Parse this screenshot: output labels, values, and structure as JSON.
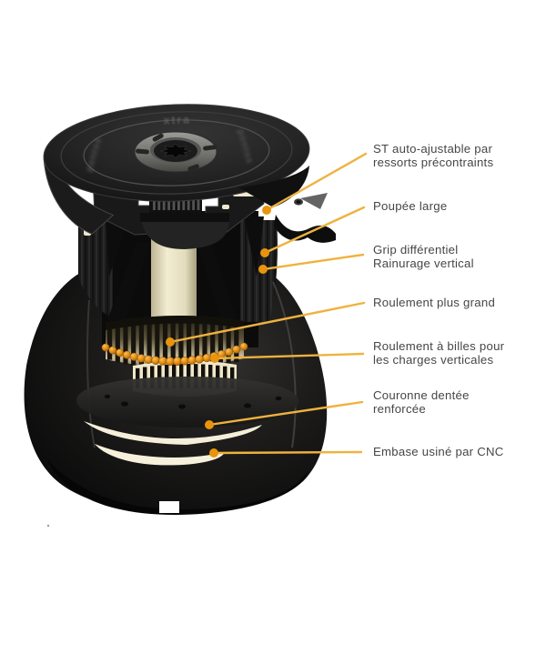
{
  "diagram": {
    "type": "annotated-product-cutaway",
    "subject": "winch-cutaway-view",
    "colors": {
      "background": "#ffffff",
      "leader_line": "#EFB23E",
      "leader_dot": "#E8940E",
      "bearing_balls": "#E08C13",
      "cream_parts": "#F2EBD0",
      "label_text": "#464646",
      "body_black": "#141414"
    },
    "engravings": {
      "top": "xtra",
      "left": "pontos",
      "right": "pontos"
    },
    "callouts": [
      {
        "line1": "ST auto-ajustable par",
        "line2": "ressorts précontraints"
      },
      {
        "line1": "Poupée large",
        "line2": ""
      },
      {
        "line1": "Grip différentiel",
        "line2": "Rainurage vertical"
      },
      {
        "line1": "Roulement plus grand",
        "line2": ""
      },
      {
        "line1": "Roulement à billes pour",
        "line2": "les charges verticales"
      },
      {
        "line1": "Couronne dentée",
        "line2": "renforcée"
      },
      {
        "line1": "Embase usiné par CNC",
        "line2": ""
      }
    ]
  }
}
